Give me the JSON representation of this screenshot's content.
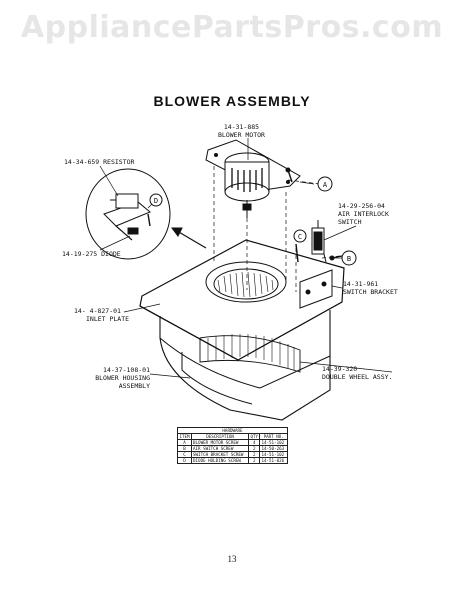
{
  "watermark": "AppliancePartsPros.com",
  "title": "BLOWER ASSEMBLY",
  "labels": {
    "motor_part": "14-31-885",
    "motor_name": "BLOWER MOTOR",
    "resistor": "14-34-659 RESISTOR",
    "interlock_part": "14-29-256-04",
    "interlock_name_1": "AIR INTERLOCK",
    "interlock_name_2": "SWITCH",
    "diode": "14-19-275 DIODE",
    "bracket_part": "14-31-961",
    "bracket_name": "SWITCH BRACKET",
    "inlet_part": "14- 4-827-01",
    "inlet_name": "INLET PLATE",
    "wheel_part": "14-39-320",
    "wheel_name": "DOUBLE WHEEL ASSY.",
    "housing_part": "14-37-108-01",
    "housing_name_1": "BLOWER HOUSING",
    "housing_name_2": "ASSEMBLY"
  },
  "callouts": {
    "a": "A",
    "b": "B",
    "c": "C",
    "d": "D"
  },
  "hardware_table": {
    "title": "HARDWARE",
    "headers": [
      "ITEM",
      "DESCRIPTION",
      "QTY",
      "PART NO."
    ],
    "rows": [
      [
        "A",
        "BLOWER MOTOR SCREW",
        "4",
        "14-51-102"
      ],
      [
        "B",
        "AIR SWITCH SCREW",
        "2",
        "14-50-263"
      ],
      [
        "C",
        "SWITCH BRACKET SCREW",
        "2",
        "14-51-102"
      ],
      [
        "D",
        "DIODE HOLDING SCREW",
        "2",
        "14-51-026"
      ]
    ]
  },
  "page_number": "13"
}
